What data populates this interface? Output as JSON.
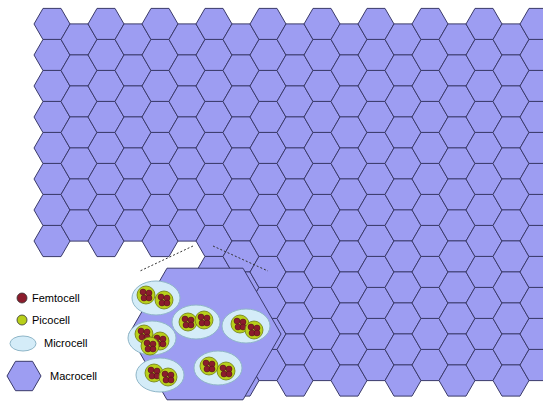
{
  "diagram": {
    "legend": [
      {
        "text": "Femtocell",
        "color": "#8b1c2c"
      },
      {
        "text": "Picocell",
        "color": "#b8cf1a"
      },
      {
        "text": "Microcell",
        "color": "#d4ecf8"
      },
      {
        "text": "Macrocell",
        "color": "#9d9df2"
      }
    ]
  }
}
